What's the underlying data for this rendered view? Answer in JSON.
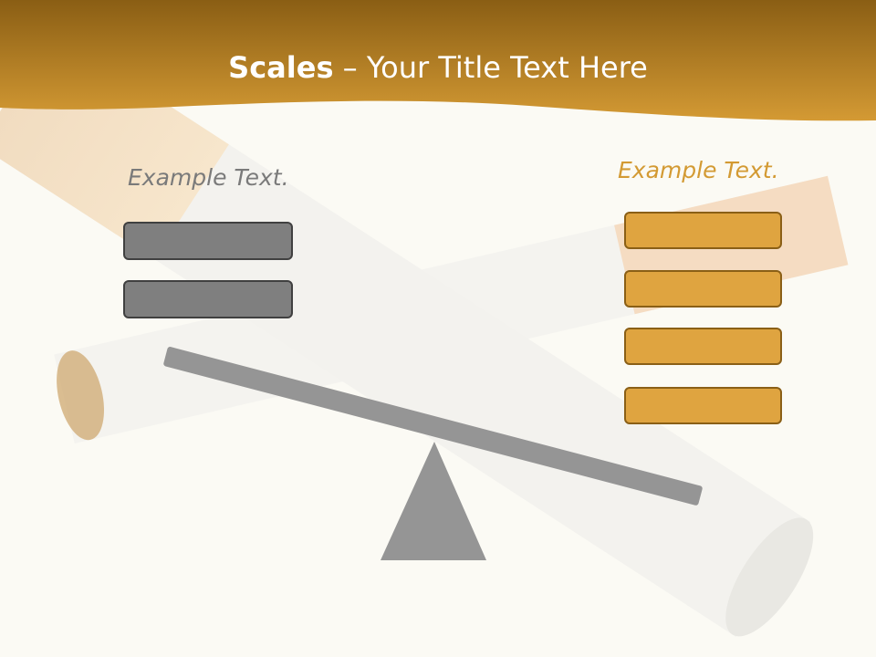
{
  "slide": {
    "title_bold": "Scales",
    "title_rest": " – Your Title Text Here",
    "left_label": "Example Text.",
    "right_label": "Example Text."
  },
  "colors": {
    "header": "#c88a24",
    "gray_box": "#7f7f7f",
    "orange_box": "#dfa440",
    "scale": "#959595",
    "left_text": "#7a7a7a",
    "right_text": "#d39a33"
  },
  "scale": {
    "left_box_count": 2,
    "right_box_count": 4,
    "tilt": "right side down"
  }
}
